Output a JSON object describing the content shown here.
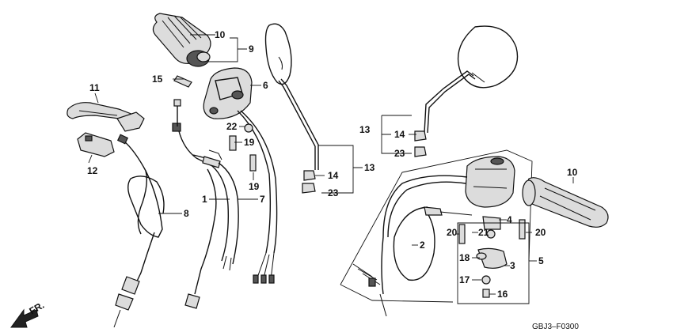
{
  "diagram": {
    "code": "GBJ3–F0300",
    "direction_label": "FR."
  },
  "callouts": {
    "c1": "1",
    "c2": "2",
    "c3": "3",
    "c4": "4",
    "c5": "5",
    "c6": "6",
    "c7": "7",
    "c8": "8",
    "c9": "9",
    "c10a": "10",
    "c10b": "10",
    "c11": "11",
    "c12": "12",
    "c13a": "13",
    "c13b": "13",
    "c14a": "14",
    "c14b": "14",
    "c15": "15",
    "c16": "16",
    "c17": "17",
    "c18": "18",
    "c19a": "19",
    "c19b": "19",
    "c20a": "20",
    "c20b": "20",
    "c21": "21",
    "c22": "22",
    "c23a": "23",
    "c23b": "23"
  }
}
